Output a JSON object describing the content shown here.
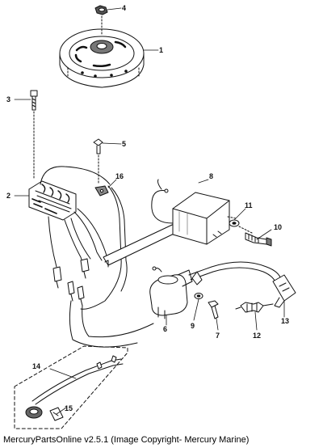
{
  "parts": {
    "p1": "1",
    "p2": "2",
    "p3": "3",
    "p4": "4",
    "p5": "5",
    "p6": "6",
    "p7": "7",
    "p8": "8",
    "p9": "9",
    "p10": "10",
    "p11": "11",
    "p12": "12",
    "p13": "13",
    "p14": "14",
    "p15": "15",
    "p16": "16"
  },
  "footer": {
    "text": "MercuryPartsOnline v2.5.1 (Image Copyright- Mercury Marine)"
  }
}
